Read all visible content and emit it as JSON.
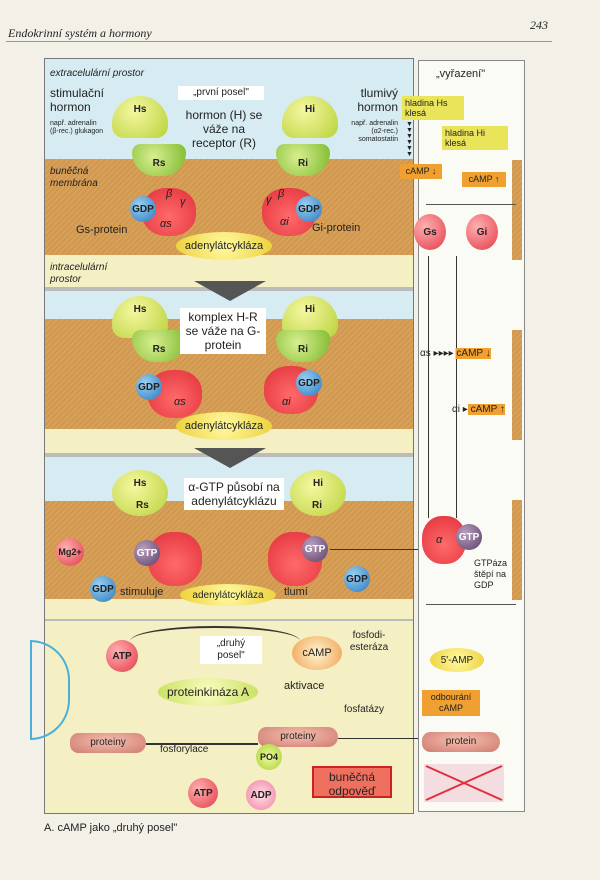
{
  "header": {
    "title": "Endokrinní systém a hormony",
    "page_number": "243"
  },
  "panel1": {
    "extracellular": "extracelulární prostor",
    "stim_hormone": "stimulační hormon",
    "stim_examples": "např. adrenalin (β-rec.) glukagon",
    "first_messenger": "„první posel\"",
    "binding_note": "hormon (H) se váže na receptor (R)",
    "inhib_hormone": "tlumivý hormon",
    "inhib_examples": "např. adrenalin (α2-rec.) somatostatin",
    "Hs": "Hs",
    "Hi": "Hi",
    "Rs": "Rs",
    "Ri": "Ri",
    "membrane": "buněčná membrána",
    "gs_protein": "Gs-protein",
    "gi_protein": "Gi-protein",
    "gdp": "GDP",
    "beta": "β",
    "gamma": "γ",
    "alpha_s": "αs",
    "alpha_i": "αi",
    "adenylate_cyclase": "adenylátcykláza",
    "intracellular": "intracelulární prostor"
  },
  "panel2": {
    "complex_note": "komplex H-R se váže na G-protein",
    "adenylate_cyclase": "adenylátcykláza"
  },
  "panel3": {
    "note": "α-GTP působí na adenylátcyklázu",
    "mg": "Mg2+",
    "gtp": "GTP",
    "gdp": "GDP",
    "stimulates": "stimuluje",
    "inhibits": "tlumí",
    "adenylate_cyclase": "adenylátcykláza"
  },
  "panel4": {
    "atp": "ATP",
    "second_messenger": "„druhý posel\"",
    "camp": "cAMP",
    "phosphodiesterase": "fosfodi-esteráza",
    "protein_kinase": "proteinkináza A",
    "activation": "aktivace",
    "phosphatases": "fosfatázy",
    "proteins": "proteiny",
    "phosphorylation": "fosforylace",
    "po4": "PO4",
    "adp": "ADP",
    "cell_response": "buněčná odpověď"
  },
  "right": {
    "title": "„vyřazení\"",
    "hs_drops": "hladina Hs klesá",
    "hi_drops": "hladina Hi klesá",
    "camp_down": "cAMP ↓",
    "camp_up": "cAMP ↑",
    "gs": "Gs",
    "gi": "Gi",
    "alpha_s_camp": "αs ▸▸▸▸ cAMP ↓",
    "alpha_i_camp": "αi ▸ cAMP ↑",
    "alpha": "α",
    "gtp": "GTP",
    "gtpase": "GTPáza štěpí na GDP",
    "amp5": "5'-AMP",
    "camp_breakdown": "odbourání cAMP",
    "protein": "protein"
  },
  "caption": "A. cAMP jako „druhý posel\""
}
